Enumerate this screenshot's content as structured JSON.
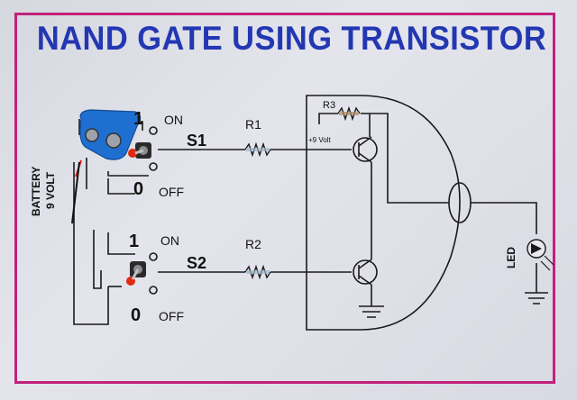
{
  "title": "NAND GATE USING TRANSISTOR",
  "battery": {
    "label_line1": "BATTERY",
    "label_line2": "9 VOLT"
  },
  "switch1": {
    "name": "S1",
    "on_num": "1",
    "on_text": "ON",
    "off_num": "0",
    "off_text": "OFF"
  },
  "switch2": {
    "name": "S2",
    "on_num": "1",
    "on_text": "ON",
    "off_num": "0",
    "off_text": "OFF"
  },
  "resistors": {
    "r1": "R1",
    "r2": "R2",
    "r3": "R3"
  },
  "supply_label": "+9 Volt",
  "led_label": "LED",
  "colors": {
    "title": "#2337b3",
    "frame": "#c2217a",
    "wire": "#1a1a1a",
    "battery_clip": "#1f6fd1",
    "toggle_tip": "#e02a10"
  }
}
